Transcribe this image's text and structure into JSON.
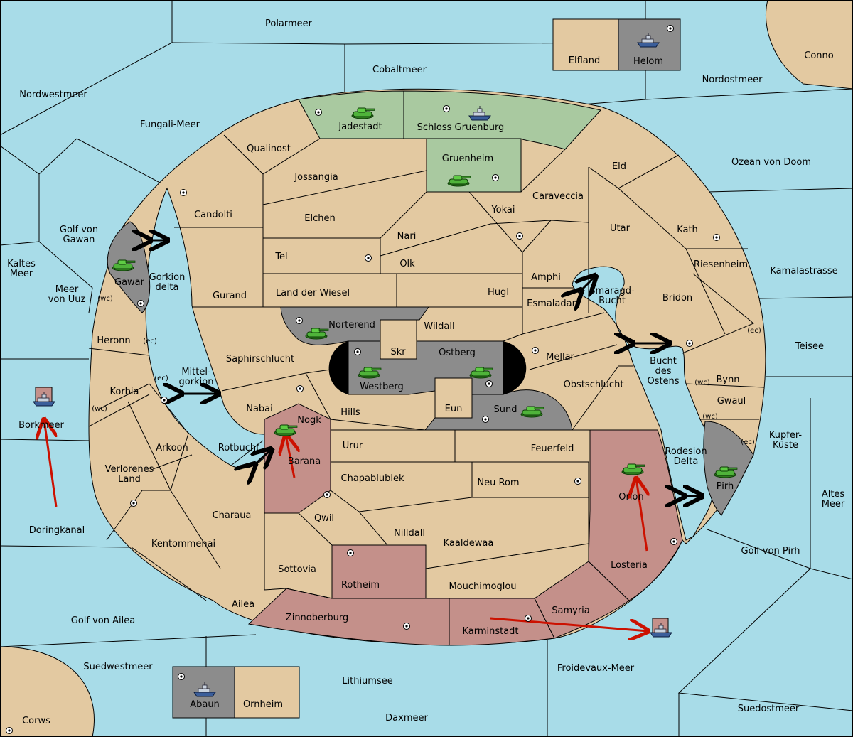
{
  "colors": {
    "sea": "#a8dce8",
    "neutral_land": "#e3c9a1",
    "green_power": "#a9c9a0",
    "red_power": "#c4908a",
    "gray_power": "#8c8c8c",
    "arrow": "#cc1100",
    "border": "#000000"
  },
  "legend_icons": {
    "supply_center": "supply-center-icon",
    "army": "tank-icon",
    "fleet": "ship-icon",
    "convoy_route": "double-arrow-icon"
  },
  "regions": {
    "polarmeer": "Polarmeer",
    "elfland": "Elfland",
    "helom": "Helom",
    "conno": "Conno",
    "nordwestmeer": "Nordwestmeer",
    "cobaltmeer": "Cobaltmeer",
    "nordostmeer": "Nordostmeer",
    "fungali_meer": "Fungali-Meer",
    "jadestadt": "Jadestadt",
    "schloss_gruenburg": "Schloss Gruenburg",
    "qualinost": "Qualinost",
    "gruenheim": "Gruenheim",
    "jossangia": "Jossangia",
    "eld": "Eld",
    "ozean_von_doom": "Ozean von Doom",
    "caraveccia": "Caraveccia",
    "candolti": "Candolti",
    "yokai": "Yokai",
    "elchen": "Elchen",
    "golf_von_gawan": "Golf von\nGawan",
    "utar": "Utar",
    "kath": "Kath",
    "nari": "Nari",
    "kaltes_meer": "Kaltes\nMeer",
    "tel": "Tel",
    "olk": "Olk",
    "riesenheim": "Riesenheim",
    "kamalastrasse": "Kamalastrasse",
    "gawar": "Gawar",
    "gorkion_delta": "Gorkion\ndelta",
    "amphi": "Amphi",
    "meer_von_uuz": "Meer\nvon Uuz",
    "gurand": "Gurand",
    "land_der_wiesel": "Land der Wiesel",
    "hugl": "Hugl",
    "smaragd_bucht": "Smaragd-\nBucht",
    "bridon": "Bridon",
    "esmaladan": "Esmaladan",
    "norterend": "Norterend",
    "wildall": "Wildall",
    "heronn": "Heronn",
    "teisee": "Teisee",
    "skr": "Skr",
    "ostberg": "Ostberg",
    "mellar": "Mellar",
    "saphirschlucht": "Saphirschlucht",
    "bucht_des_ostens": "Bucht\ndes\nOstens",
    "mittel_gorkion": "Mittel-\ngorkion",
    "bynn": "Bynn",
    "westberg": "Westberg",
    "obstschlucht": "Obstschlucht",
    "korbia": "Korbia",
    "gwaul": "Gwaul",
    "eun": "Eun",
    "nabai": "Nabai",
    "hills": "Hills",
    "sund": "Sund",
    "borkmeer": "Borkmeer",
    "nogk": "Nogk",
    "kupfer_kueste": "Kupfer-\nKüste",
    "arkoon": "Arkoon",
    "rotbucht": "Rotbucht",
    "urur": "Urur",
    "feuerfeld": "Feuerfeld",
    "rodesion_delta": "Rodesion\nDelta",
    "verlorenes_land": "Verlorenes\nLand",
    "barana": "Barana",
    "chapablublek": "Chapablublek",
    "neu_rom": "Neu Rom",
    "orlon": "Orlon",
    "pirh": "Pirh",
    "altes_meer": "Altes\nMeer",
    "charaua": "Charaua",
    "qwil": "Qwil",
    "doringkanal": "Doringkanal",
    "nilldall": "Nilldall",
    "kaaldewaa": "Kaaldewaa",
    "kentommenai": "Kentommenai",
    "golf_von_pirh": "Golf von Pirh",
    "losteria": "Losteria",
    "sottovia": "Sottovia",
    "rotheim": "Rotheim",
    "mouchimoglou": "Mouchimoglou",
    "ailea": "Ailea",
    "samyria": "Samyria",
    "zinnoberburg": "Zinnoberburg",
    "golf_von_ailea": "Golf von Ailea",
    "karminstadt": "Karminstadt",
    "suedwestmeer": "Suedwestmeer",
    "froidevaux_meer": "Froidevaux-Meer",
    "lithiumsee": "Lithiumsee",
    "abaun": "Abaun",
    "ornheim": "Ornheim",
    "suedostmeer": "Suedostmeer",
    "daxmeer": "Daxmeer",
    "corws": "Corws"
  },
  "coast_tags": {
    "wc": "(wc)",
    "ec": "(ec)"
  }
}
